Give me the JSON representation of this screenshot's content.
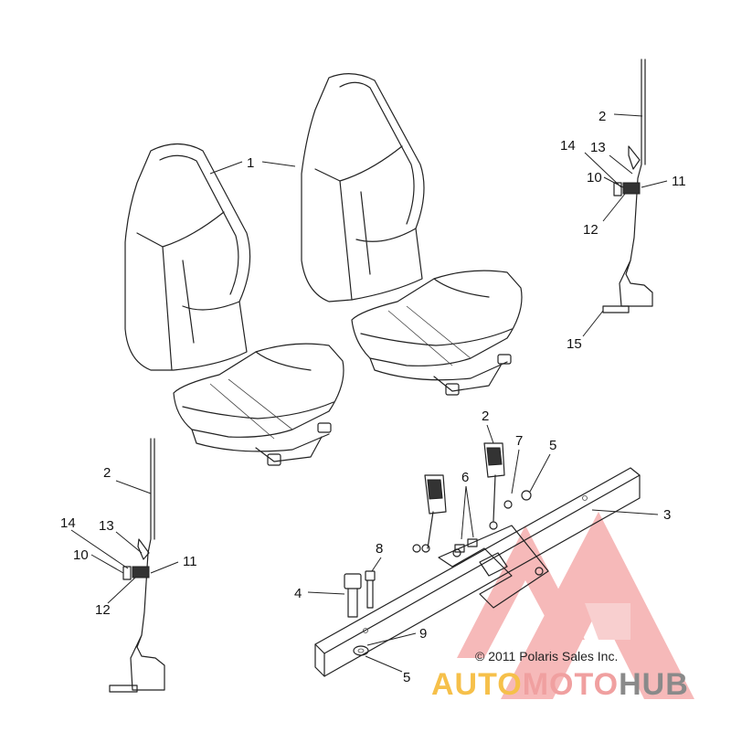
{
  "callouts": [
    {
      "id": "c1",
      "text": "1"
    },
    {
      "id": "c2a",
      "text": "2"
    },
    {
      "id": "c2b",
      "text": "2"
    },
    {
      "id": "c2c",
      "text": "2"
    },
    {
      "id": "c3",
      "text": "3"
    },
    {
      "id": "c4",
      "text": "4"
    },
    {
      "id": "c5a",
      "text": "5"
    },
    {
      "id": "c5b",
      "text": "5"
    },
    {
      "id": "c6",
      "text": "6"
    },
    {
      "id": "c7",
      "text": "7"
    },
    {
      "id": "c8",
      "text": "8"
    },
    {
      "id": "c9",
      "text": "9"
    },
    {
      "id": "c10a",
      "text": "10"
    },
    {
      "id": "c10b",
      "text": "10"
    },
    {
      "id": "c11a",
      "text": "11"
    },
    {
      "id": "c11b",
      "text": "11"
    },
    {
      "id": "c12a",
      "text": "12"
    },
    {
      "id": "c12b",
      "text": "12"
    },
    {
      "id": "c13a",
      "text": "13"
    },
    {
      "id": "c13b",
      "text": "13"
    },
    {
      "id": "c14a",
      "text": "14"
    },
    {
      "id": "c14b",
      "text": "14"
    },
    {
      "id": "c15",
      "text": "15"
    }
  ],
  "copyright": "© 2011 Polaris Sales Inc.",
  "watermark": {
    "part1": "AUTO",
    "part2": "MOTO",
    "part3": "HUB",
    "colors": {
      "auto": "#f6c04a",
      "moto": "#f0a0a0",
      "hub": "#8a8a8a",
      "logo": "#f08080"
    }
  }
}
